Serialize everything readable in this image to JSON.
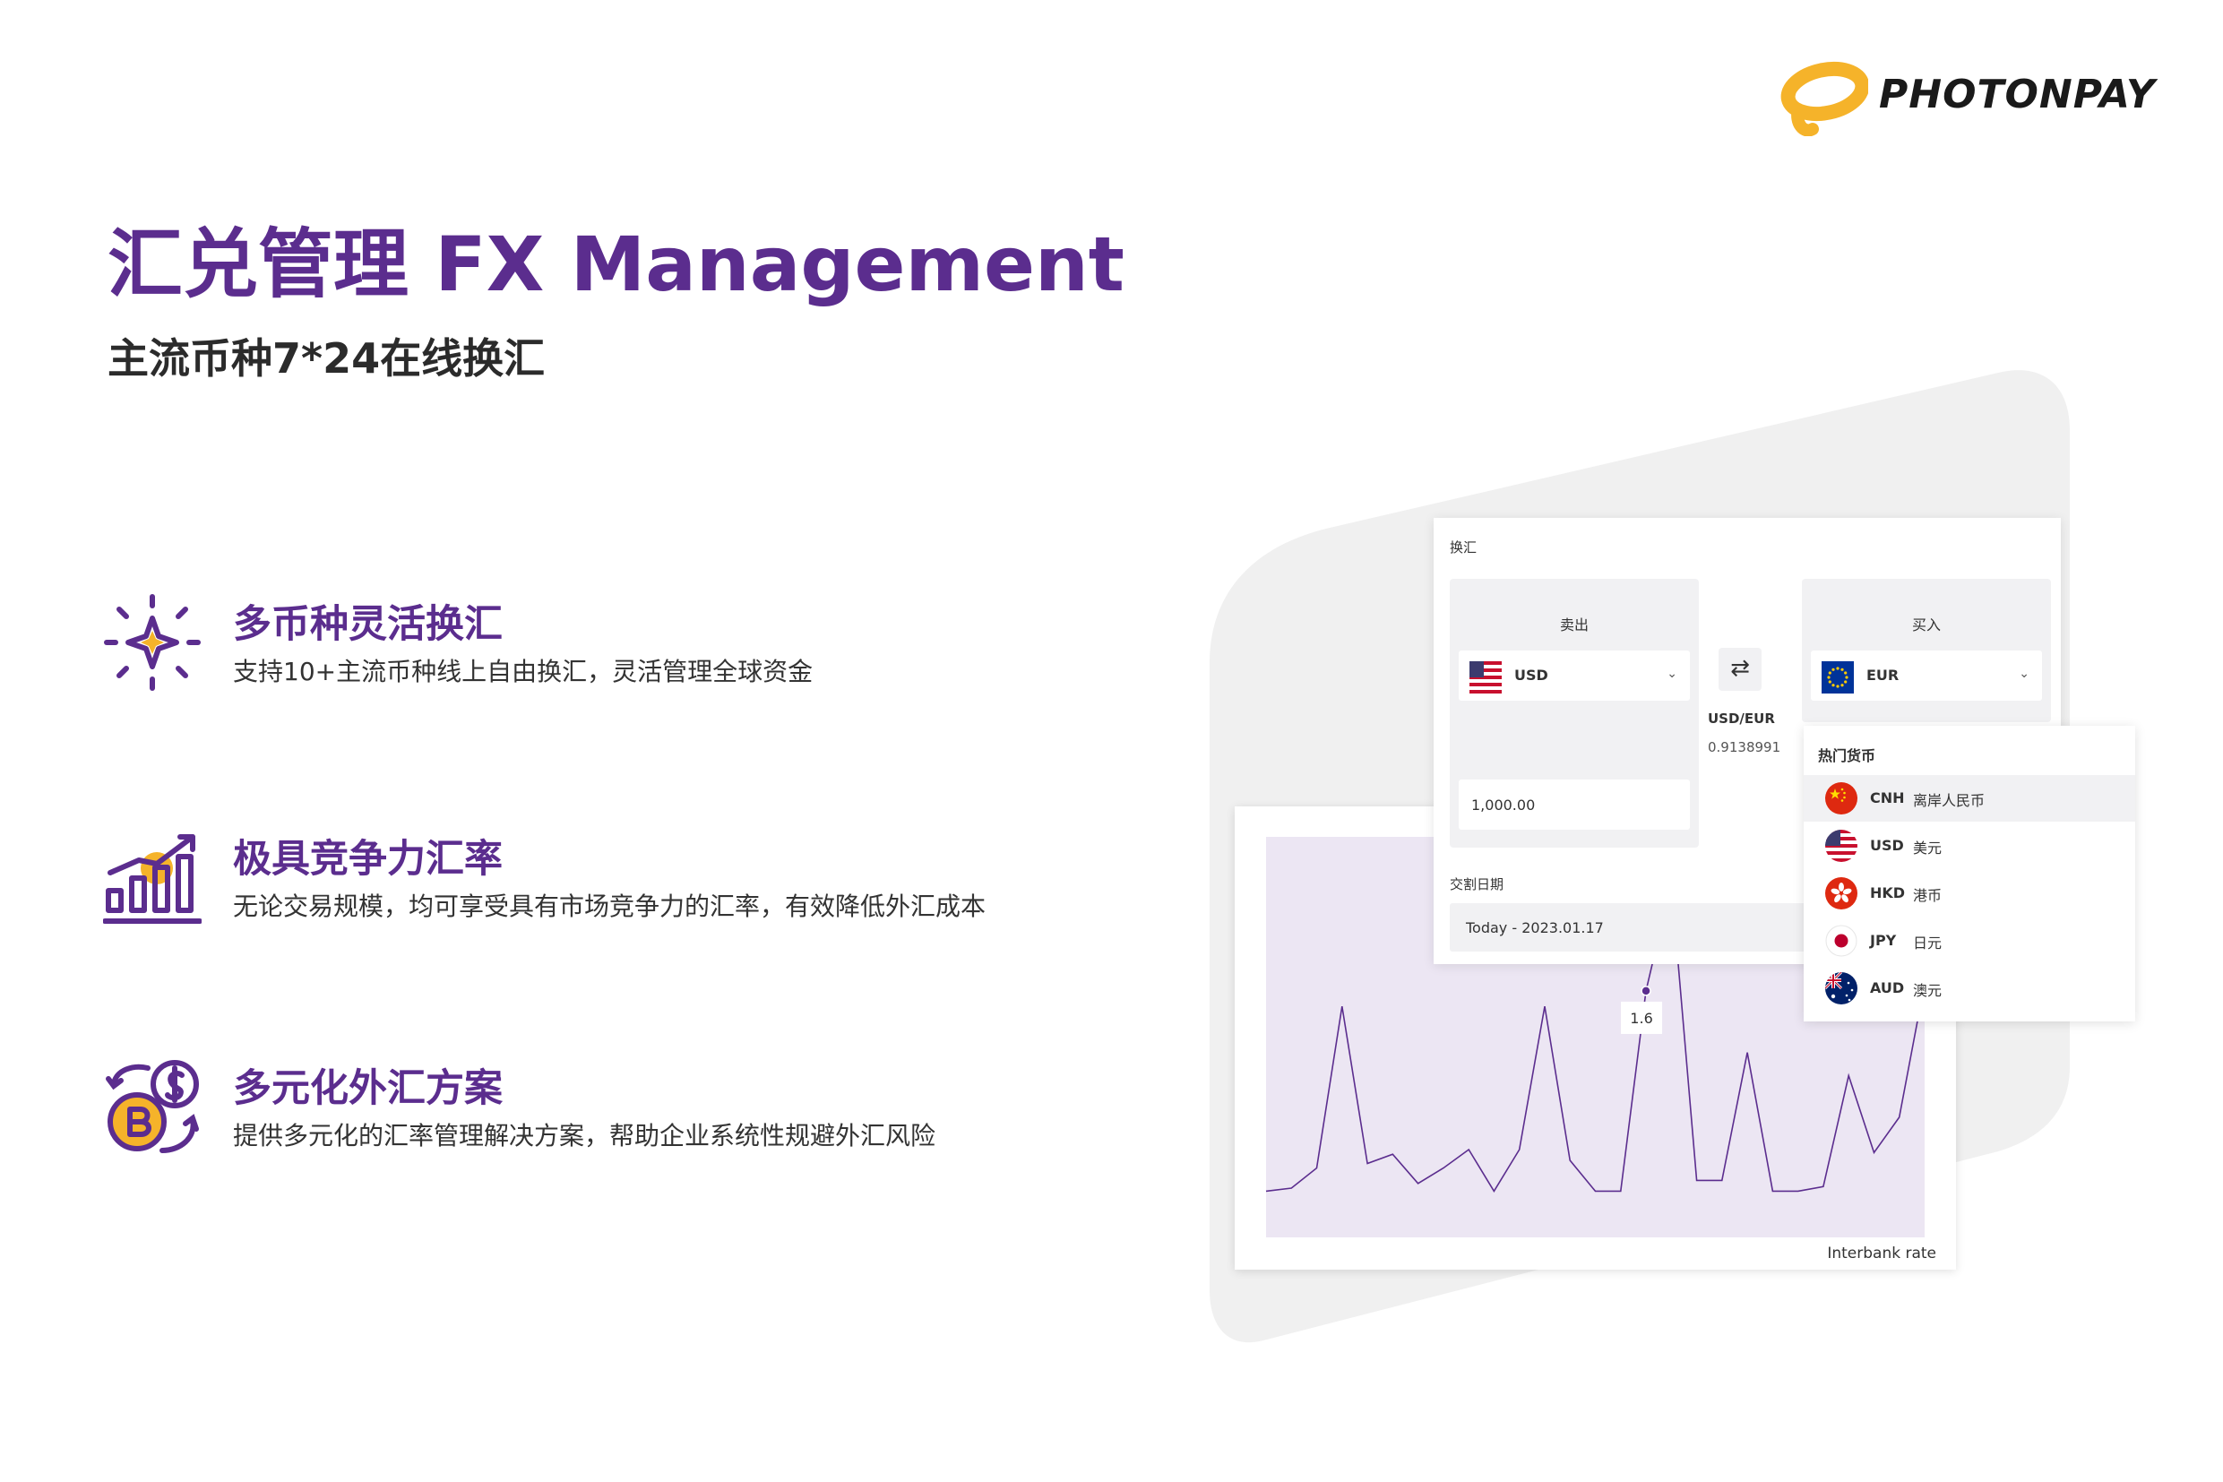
{
  "brand": {
    "name": "PHOTONPAY",
    "accent": "#5b2d8e",
    "logo_color": "#f5b32a"
  },
  "header": {
    "title": "汇兑管理 FX Management",
    "subtitle": "主流币种7*24在线换汇"
  },
  "features": [
    {
      "icon": "sparkle-icon",
      "title": "多币种灵活换汇",
      "desc": "支持10+主流币种线上自由换汇，灵活管理全球资金"
    },
    {
      "icon": "growth-chart-icon",
      "title": "极具竞争力汇率",
      "desc": "无论交易规模，均可享受具有市场竞争力的汇率，有效降低外汇成本"
    },
    {
      "icon": "currency-exchange-icon",
      "title": "多元化外汇方案",
      "desc": "提供多元化的汇率管理解决方案，帮助企业系统性规避外汇风险"
    }
  ],
  "fx_widget": {
    "title": "换汇",
    "sell": {
      "label": "卖出",
      "currency": "USD",
      "amount": "1,000.00"
    },
    "buy": {
      "label": "买入",
      "currency": "EUR"
    },
    "pair": "USD/EUR",
    "rate": "0.9138991",
    "date_label": "交割日期",
    "date_value": "Today - 2023.01.17",
    "popular": {
      "title": "热门货币",
      "items": [
        {
          "code": "CNH",
          "name": "离岸人民币",
          "flag": "cn-flag-icon"
        },
        {
          "code": "USD",
          "name": "美元",
          "flag": "us-flag-icon"
        },
        {
          "code": "HKD",
          "name": "港币",
          "flag": "hk-flag-icon"
        },
        {
          "code": "JPY",
          "name": "日元",
          "flag": "jp-flag-icon"
        },
        {
          "code": "AUD",
          "name": "澳元",
          "flag": "au-flag-icon"
        }
      ]
    }
  },
  "chart_data": {
    "type": "line",
    "caption": "Interbank rate",
    "tooltip": "1.6",
    "values": [
      0.3,
      0.32,
      0.45,
      1.5,
      0.48,
      0.54,
      0.35,
      0.45,
      0.57,
      0.3,
      0.57,
      1.5,
      0.5,
      0.3,
      0.3,
      1.6,
      2.3,
      0.37,
      0.37,
      1.2,
      0.3,
      0.3,
      0.33,
      1.05,
      0.55,
      0.78,
      1.65
    ],
    "ylim": [
      0,
      2.6
    ],
    "fill_color": "#ece6f3",
    "line_color": "#5b2d8e"
  }
}
